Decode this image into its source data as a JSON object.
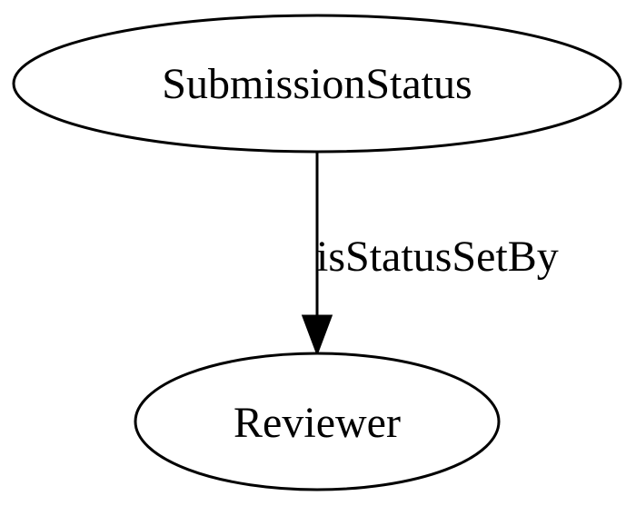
{
  "diagram": {
    "nodes": {
      "source": {
        "label": "SubmissionStatus"
      },
      "target": {
        "label": "Reviewer"
      }
    },
    "edges": [
      {
        "from": "SubmissionStatus",
        "to": "Reviewer",
        "label": "isStatusSetBy"
      }
    ]
  }
}
